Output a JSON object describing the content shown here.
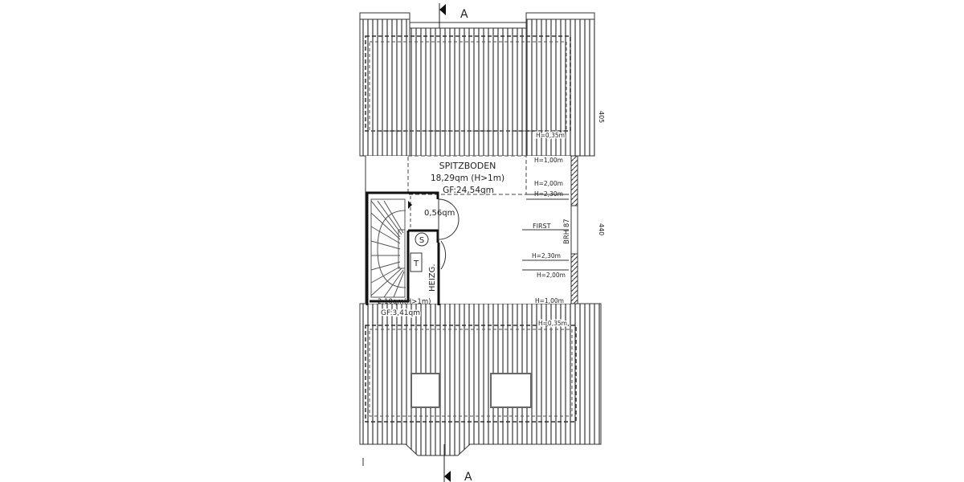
{
  "plan": {
    "section_marker": "A",
    "room_name": "SPITZBODEN",
    "room_area": "18,29qm  (H>1m)",
    "room_gf": "GF:24,54qm",
    "closet_area": "0,56qm",
    "stair_area": "2,10qm(H>1m)",
    "stair_gf": "GF:3,41qm",
    "heating_label": "HEIZG.",
    "symbol_s": "S",
    "symbol_t": "T",
    "ridge_label": "FIRST",
    "parapet_label": "BRH 87",
    "height_labels": {
      "h035_top": "H=0,35m",
      "h100_top": "H=1,00m",
      "h200_top": "H=2,00m",
      "h230_top": "H=2,30m",
      "h230_bottom": "H=2,30m",
      "h200_bottom": "H=2,00m",
      "h100_bottom": "H=1,00m",
      "h035_bottom": "H=0,35m"
    },
    "dimensions": [
      "405",
      "440"
    ]
  }
}
